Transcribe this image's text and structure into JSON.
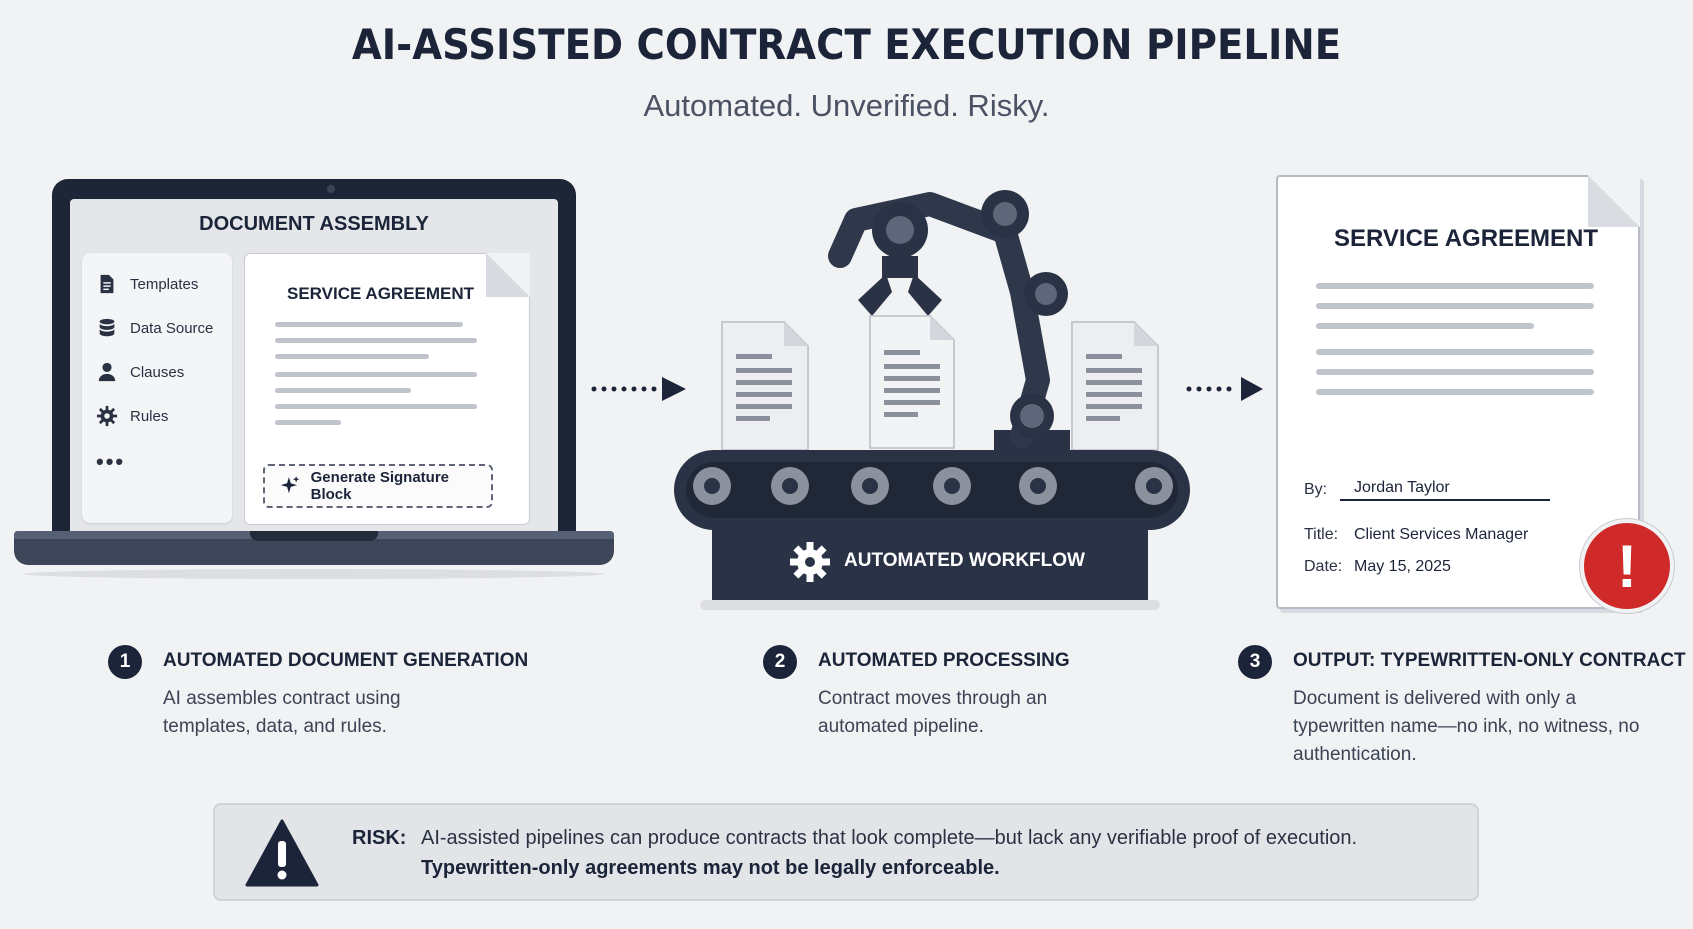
{
  "header": {
    "title": "AI-ASSISTED CONTRACT EXECUTION PIPELINE",
    "subtitle": "Automated. Unverified. Risky."
  },
  "laptop": {
    "screen_title": "DOCUMENT ASSEMBLY",
    "sidebar": [
      {
        "label": "Templates",
        "icon": "document-icon"
      },
      {
        "label": "Data Source",
        "icon": "database-icon"
      },
      {
        "label": "Clauses",
        "icon": "person-icon"
      },
      {
        "label": "Rules",
        "icon": "gear-icon"
      }
    ],
    "more": "•••",
    "doc_title": "SERVICE AGREEMENT",
    "generate_button": "Generate Signature Block"
  },
  "machine": {
    "label": "AUTOMATED WORKFLOW"
  },
  "output_doc": {
    "title": "SERVICE AGREEMENT",
    "by_label": "By:",
    "by_value": "Jordan Taylor",
    "title_label": "Title:",
    "title_value": "Client Services Manager",
    "date_label": "Date:",
    "date_value": "May 15, 2025",
    "alert": "!"
  },
  "steps": [
    {
      "num": "1",
      "heading": "AUTOMATED DOCUMENT GENERATION",
      "desc": "AI assembles contract using templates, data, and rules."
    },
    {
      "num": "2",
      "heading": "AUTOMATED PROCESSING",
      "desc": "Contract moves through an automated pipeline."
    },
    {
      "num": "3",
      "heading": "OUTPUT: TYPEWRITTEN-ONLY CONTRACT",
      "desc": "Document is delivered with only a typewritten name—no ink, no witness, no authentication."
    }
  ],
  "risk": {
    "label": "RISK:",
    "text": "AI-assisted pipelines can produce contracts that look complete—but lack any verifiable proof of execution.",
    "emphasis": "Typewritten-only agreements may not be legally enforceable."
  },
  "colors": {
    "navy": "#1b2438",
    "alert_red": "#d0292a",
    "background": "#f1f2f4"
  }
}
